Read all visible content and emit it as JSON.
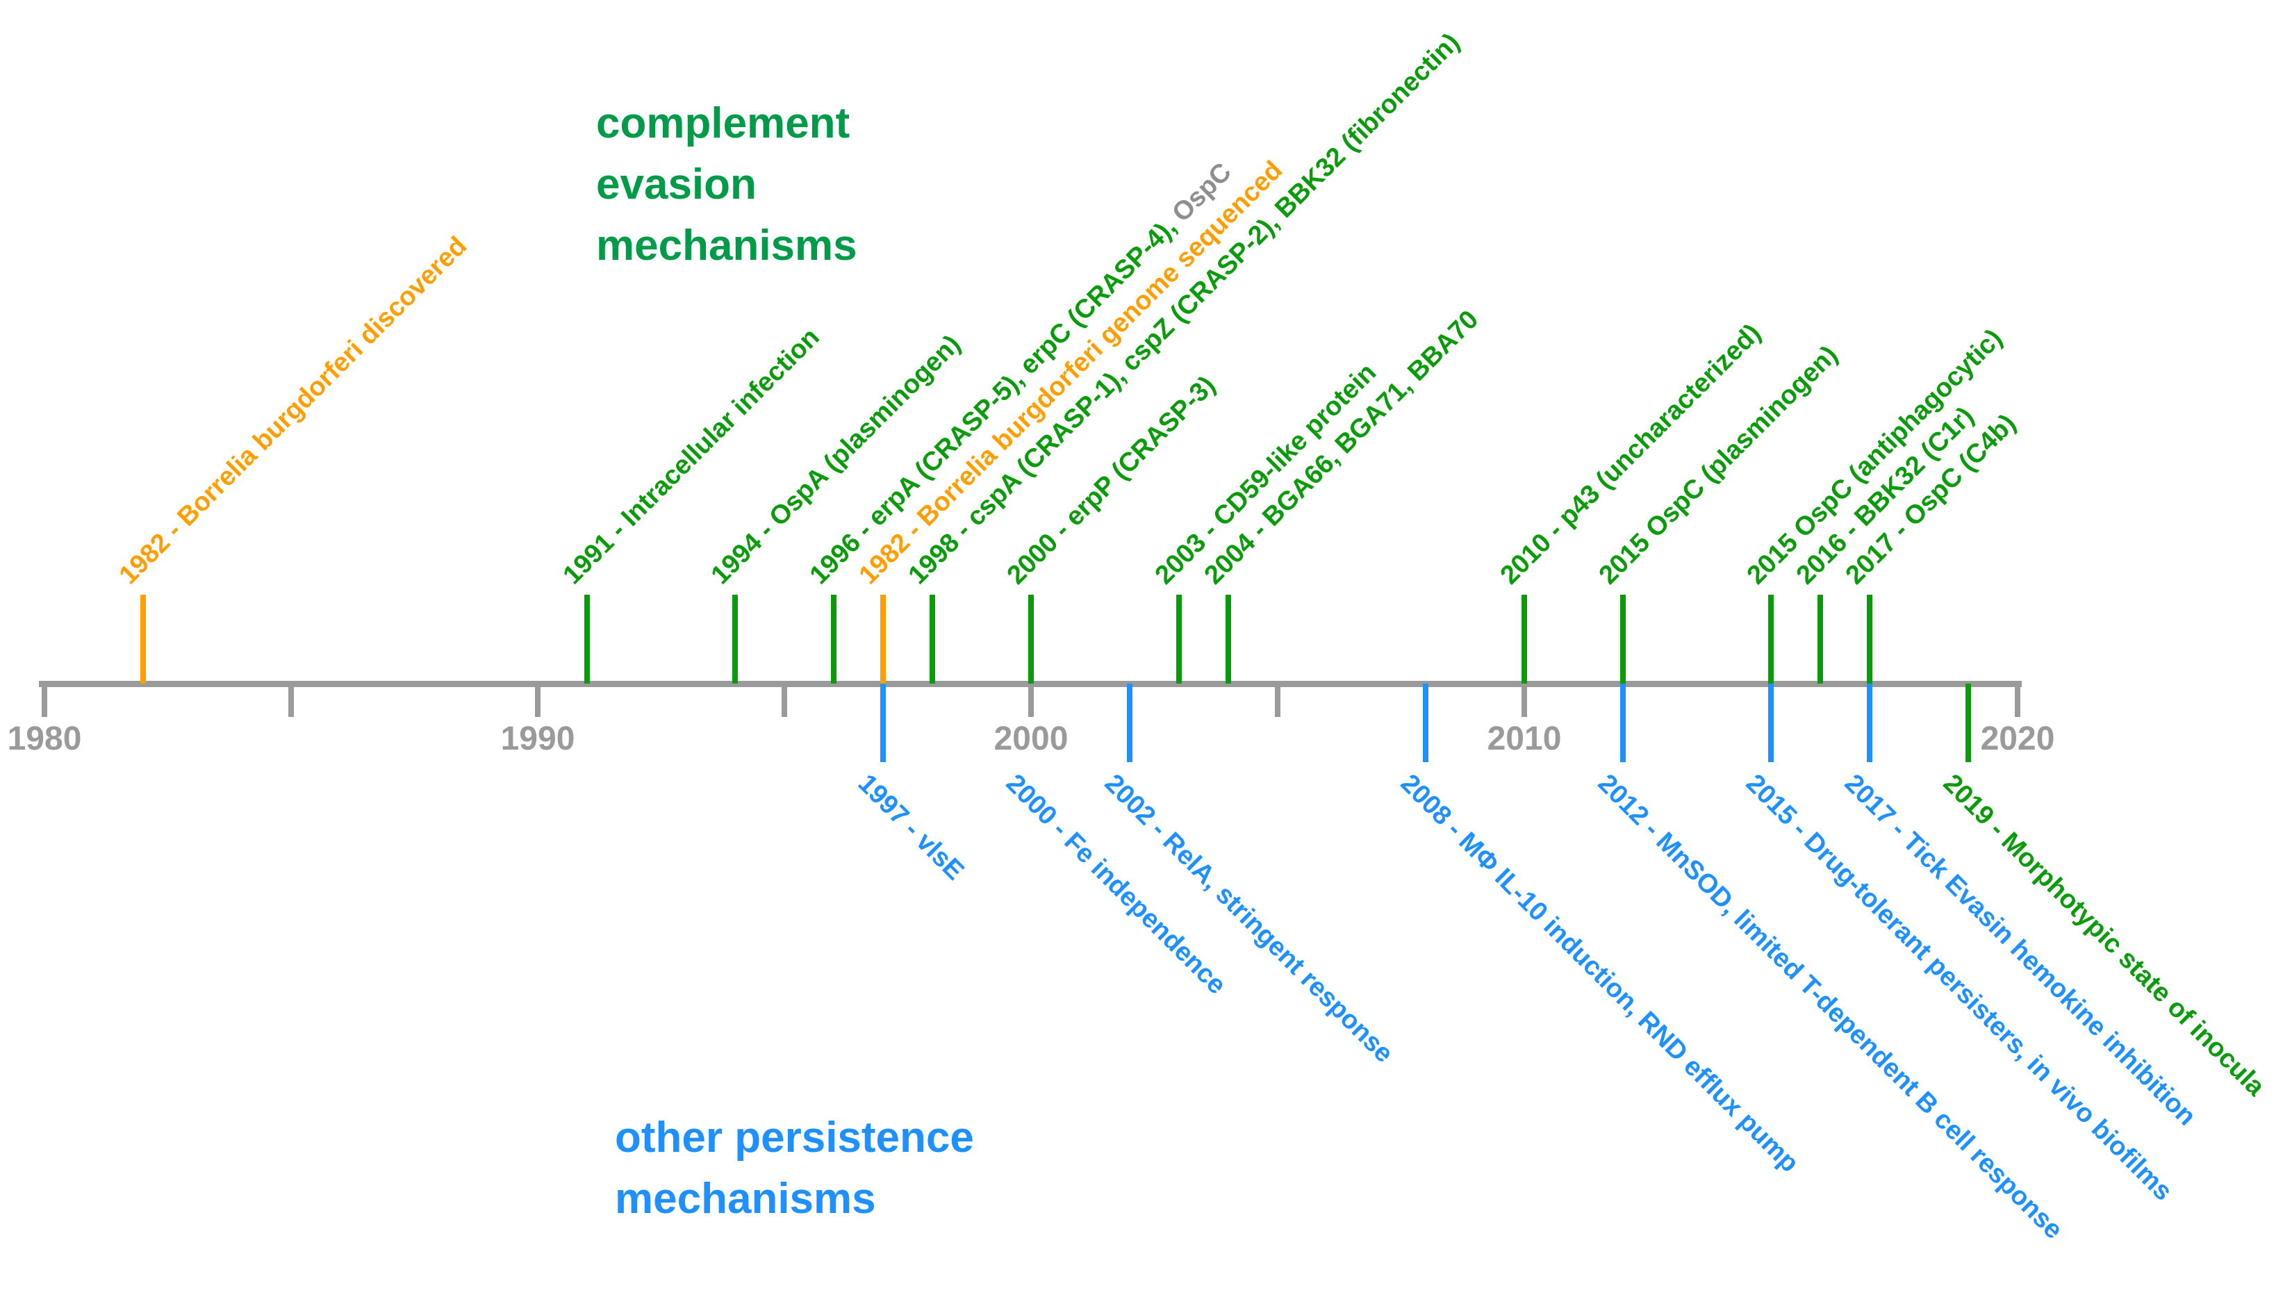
{
  "colors": {
    "green": "#0a9b0b",
    "title_green": "#009b49",
    "blue": "#1e90ff",
    "orange": "#ff9e00",
    "gray_label": "#8e8e8e",
    "axis": "#9a9a9a"
  },
  "titles": {
    "top": {
      "lines": [
        "complement",
        "evasion",
        "mechanisms"
      ],
      "color_key": "title_green"
    },
    "bottom": {
      "lines": [
        "other persistence",
        "mechanisms"
      ],
      "color_key": "blue"
    }
  },
  "axis": {
    "start_year": 1980,
    "end_year": 2020,
    "major_ticks": [
      {
        "year": 1980,
        "label": "1980"
      },
      {
        "year": 1990,
        "label": "1990"
      },
      {
        "year": 2000,
        "label": "2000"
      },
      {
        "year": 2010,
        "label": "2010"
      },
      {
        "year": 2020,
        "label": "2020"
      }
    ],
    "minor_tick_years": [
      1985,
      1995,
      2005,
      2015
    ]
  },
  "events_above": [
    {
      "axis_year": 1982,
      "line_color_key": "orange",
      "parts": [
        {
          "text": "1982 - Borrelia burgdorferi discovered",
          "color_key": "orange"
        }
      ]
    },
    {
      "axis_year": 1991,
      "line_color_key": "green",
      "parts": [
        {
          "text": "1991 - Intracellular infection",
          "color_key": "green"
        }
      ]
    },
    {
      "axis_year": 1994,
      "line_color_key": "green",
      "parts": [
        {
          "text": "1994 - OspA (plasminogen)",
          "color_key": "green"
        }
      ]
    },
    {
      "axis_year": 1996,
      "line_color_key": "green",
      "parts": [
        {
          "text": "1996 - erpA (CRASP-5), erpC (CRASP-4), ",
          "color_key": "green"
        },
        {
          "text": "OspC",
          "color_key": "gray_label"
        }
      ]
    },
    {
      "axis_year": 1997,
      "line_color_key": "orange",
      "parts": [
        {
          "text": "1982 - Borrelia burgdorferi genome sequenced",
          "color_key": "orange"
        }
      ]
    },
    {
      "axis_year": 1998,
      "line_color_key": "green",
      "parts": [
        {
          "text": "1998 - cspA (CRASP-1), cspZ (CRASP-2), BBK32 (fibronectin)",
          "color_key": "green"
        }
      ]
    },
    {
      "axis_year": 2000,
      "line_color_key": "green",
      "parts": [
        {
          "text": "2000 - erpP (CRASP-3)",
          "color_key": "green"
        }
      ]
    },
    {
      "axis_year": 2003,
      "line_color_key": "green",
      "parts": [
        {
          "text": "2003 - CD59-like protein",
          "color_key": "green"
        }
      ]
    },
    {
      "axis_year": 2004,
      "line_color_key": "green",
      "parts": [
        {
          "text": "2004 - BGA66, BGA71, BBA70",
          "color_key": "green"
        }
      ]
    },
    {
      "axis_year": 2010,
      "line_color_key": "green",
      "parts": [
        {
          "text": "2010 - p43 (uncharacterized)",
          "color_key": "green"
        }
      ]
    },
    {
      "axis_year": 2012,
      "line_color_key": "green",
      "parts": [
        {
          "text": "2015 OspC (plasminogen)",
          "color_key": "green"
        }
      ]
    },
    {
      "axis_year": 2015,
      "line_color_key": "green",
      "parts": [
        {
          "text": "2015 OspC (antiphagocytic)",
          "color_key": "green"
        }
      ]
    },
    {
      "axis_year": 2016,
      "line_color_key": "green",
      "parts": [
        {
          "text": "2016 - BBK32 (C1r)",
          "color_key": "green"
        }
      ]
    },
    {
      "axis_year": 2017,
      "line_color_key": "green",
      "parts": [
        {
          "text": "2017 - OspC (C4b)",
          "color_key": "green"
        }
      ]
    }
  ],
  "events_below": [
    {
      "axis_year": 1997,
      "line": true,
      "line_color_key": "blue",
      "parts": [
        {
          "text": "1997 - vlsE",
          "color_key": "blue"
        }
      ]
    },
    {
      "axis_year": 2000,
      "line": false,
      "line_color_key": "blue",
      "parts": [
        {
          "text": "2000 - Fe independence",
          "color_key": "blue"
        }
      ]
    },
    {
      "axis_year": 2002,
      "line": true,
      "line_color_key": "blue",
      "parts": [
        {
          "text": "2002 - RelA, stringent response",
          "color_key": "blue"
        }
      ]
    },
    {
      "axis_year": 2008,
      "line": true,
      "line_color_key": "blue",
      "parts": [
        {
          "text": "2008 - MΦ IL-10 induction, RND efflux pump",
          "color_key": "blue"
        }
      ]
    },
    {
      "axis_year": 2012,
      "line": true,
      "line_color_key": "blue",
      "parts": [
        {
          "text": "2012 - MnSOD, limited T-dependent B cell response",
          "color_key": "blue"
        }
      ]
    },
    {
      "axis_year": 2015,
      "line": true,
      "line_color_key": "blue",
      "parts": [
        {
          "text": "2015 - Drug-tolerant persisters, in vivo biofilms",
          "color_key": "blue"
        }
      ]
    },
    {
      "axis_year": 2017,
      "line": true,
      "line_color_key": "blue",
      "parts": [
        {
          "text": "2017 - Tick Evasin hemokine inhibition",
          "color_key": "blue"
        }
      ]
    },
    {
      "axis_year": 2019,
      "line": true,
      "line_color_key": "green",
      "parts": [
        {
          "text": "2019 - Morphotypic state of inocula",
          "color_key": "green"
        }
      ]
    }
  ]
}
